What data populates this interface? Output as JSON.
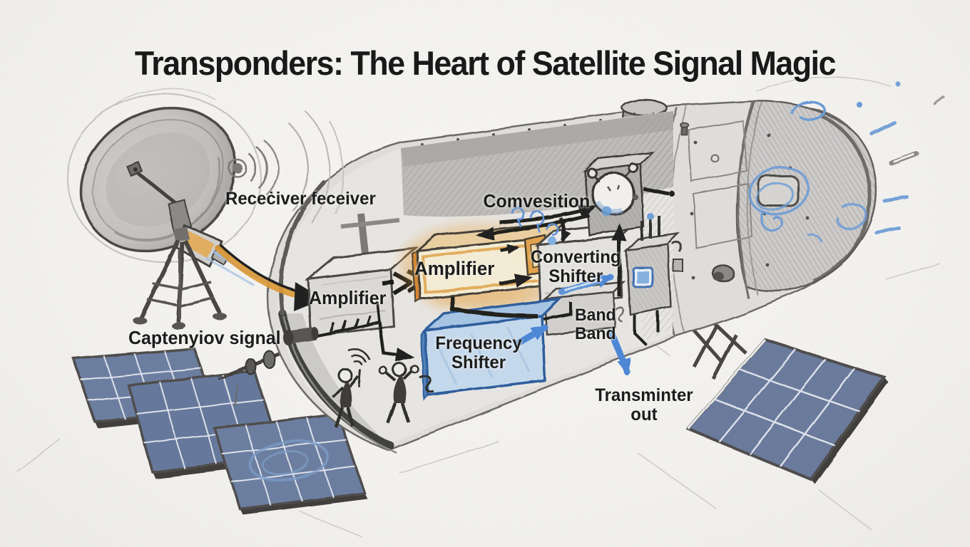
{
  "title": "Transponders: The Heart of Satellite Signal Magic",
  "labels": {
    "receiver": "Receċiver feceiver",
    "conversion": "Comvesition",
    "amplifier_left": "Amplifier",
    "amplifier_center": "Amplifier",
    "converting_shifter": {
      "line1": "Converting",
      "line2": "Shifter"
    },
    "band": {
      "line1": "Band",
      "line2": "Band"
    },
    "frequency_shifter": {
      "line1": "Frequency",
      "line2": "Shifter"
    },
    "capture_signal": "Captenyiov signal",
    "transmitter": {
      "line1": "Transminter",
      "line2": "out"
    }
  },
  "colors": {
    "paper": "#f7f6f3",
    "ink": "#1c1c1c",
    "pencil_gray": "#6b6967",
    "accent_orange": "#e8a33c",
    "accent_blue": "#4a86d8",
    "amplifier_box_cream": "#f7efd6",
    "frequency_box_blue": "#c6dbf0",
    "solar_panel_blue": "#67799c"
  }
}
